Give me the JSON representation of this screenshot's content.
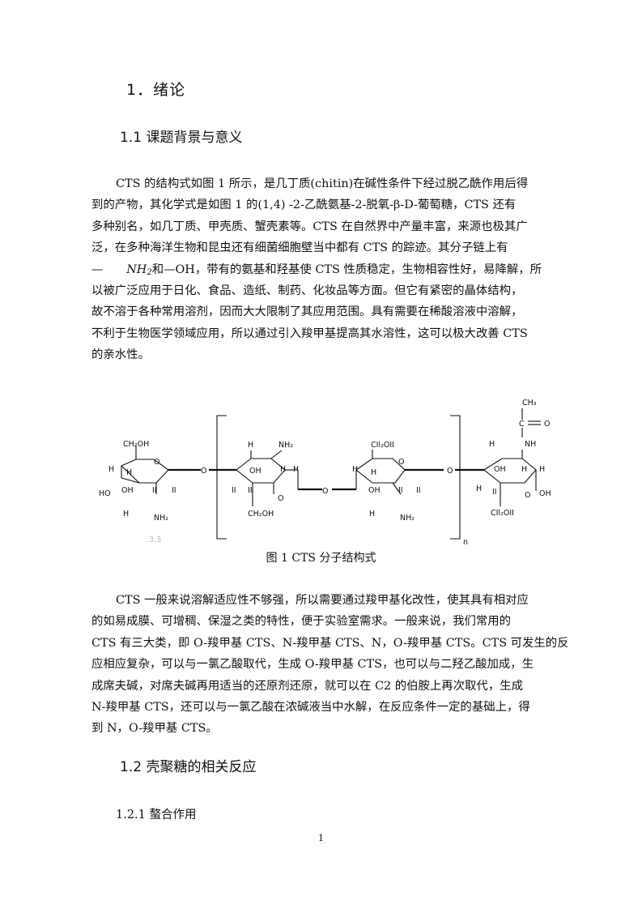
{
  "section_title": "1．绪论",
  "subsections": [
    {
      "title": "1.1 课题背景与意义"
    },
    {
      "title": "1.2 壳聚糖的相关反应"
    }
  ],
  "subsubsection_title": "1.2.1 螯合作用",
  "paragraph1": {
    "lines": [
      "CTS 的结构式如图 1 所示，是几丁质(chitin)在碱性条件下经过脱乙酰作用后得",
      "到的产物，其化学式是如图 1 的(1,4) -2-乙酰氨基-2-脱氧-β-D-葡萄糖，CTS 还有",
      "多种别名，如几丁质、甲壳质、蟹壳素等。CTS 在自然界中产量丰富，来源也极其广",
      "泛，在多种海洋生物和昆虫还有细菌细胞壁当中都有 CTS 的踪迹。其分子链上有"
    ],
    "line5_prefix": "—　　",
    "line5_nh": "NH",
    "line5_sub": "2",
    "line5_rest": "和—OH，带有的氨基和羟基使 CTS 性质稳定，生物相容性好，易降解，所",
    "more_lines": [
      "以被广泛应用于日化、食品、造纸、制药、化妆品等方面。但它有紧密的晶体结构，",
      "故不溶于各种常用溶剂，因而大大限制了其应用范围。具有需要在稀酸溶液中溶解，",
      "不利于生物医学领域应用，所以通过引入羧甲基提高其水溶性，这可以极大改善 CTS",
      "的亲水性。"
    ]
  },
  "figure": {
    "caption": "图 1  CTS 分子结构式",
    "labels": {
      "ch2oh": "CH₂OH",
      "cli2oii": "CIl₂OII",
      "oh": "OH",
      "ho": "HO",
      "h": "H",
      "ii": "II",
      "o": "O",
      "nh2": "NH₂",
      "nh": "NH",
      "ch3": "CH₃",
      "c": "C",
      "n": "n",
      "faint": ".3.3"
    }
  },
  "paragraph2": {
    "lines": [
      "CTS 一般来说溶解适应性不够强，所以需要通过羧甲基化改性，使其具有相对应",
      "的如易成膜、可增稠、保湿之类的特性，便于实验室需求。一般来说，我们常用的",
      "CTS 有三大类，即 O-羧甲基 CTS、N-羧甲基 CTS、N，O-羧甲基 CTS。CTS 可发生的反",
      "应相应复杂，可以与一氯乙酸取代，生成 O-羧甲基 CTS，也可以与二羟乙酸加成，生",
      "成席夫碱，对席夫碱再用适当的还原剂还原，就可以在 C2 的伯胺上再次取代，生成",
      "N-羧甲基 CTS，还可以与一氯乙酸在浓碱液当中水解，在反应条件一定的基础上，得",
      "到 N，O-羧甲基 CTS。"
    ]
  },
  "page_number": "1"
}
